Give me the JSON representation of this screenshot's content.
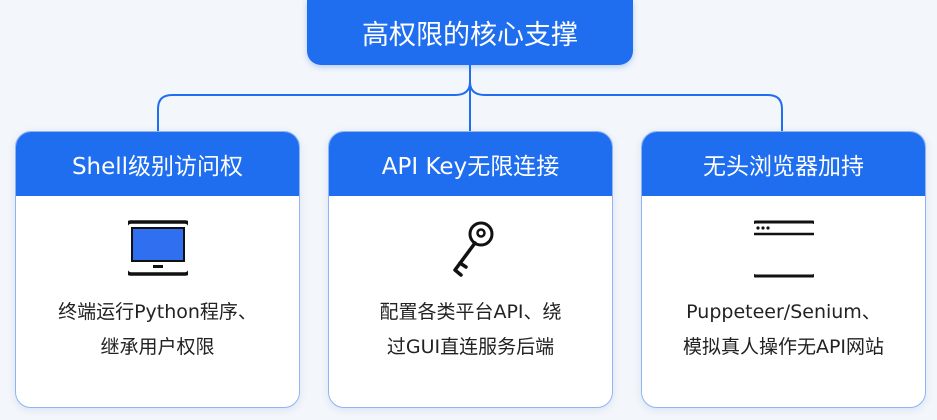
{
  "root": {
    "title": "高权限的核心支撑"
  },
  "cards": [
    {
      "title": "Shell级别访问权",
      "icon": "monitor-icon",
      "lines": [
        "终端运行Python程序、",
        "继承用户权限"
      ]
    },
    {
      "title": "API Key无限连接",
      "icon": "key-icon",
      "lines": [
        "配置各类平台API、绕",
        "过GUI直连服务后端"
      ]
    },
    {
      "title": "无头浏览器加持",
      "icon": "browser-window-icon",
      "lines": [
        "Puppeteer/Senium、",
        "模拟真人操作无API网站"
      ]
    }
  ],
  "colors": {
    "accent": "#1f6ef0",
    "screen": "#2f6ff0"
  }
}
